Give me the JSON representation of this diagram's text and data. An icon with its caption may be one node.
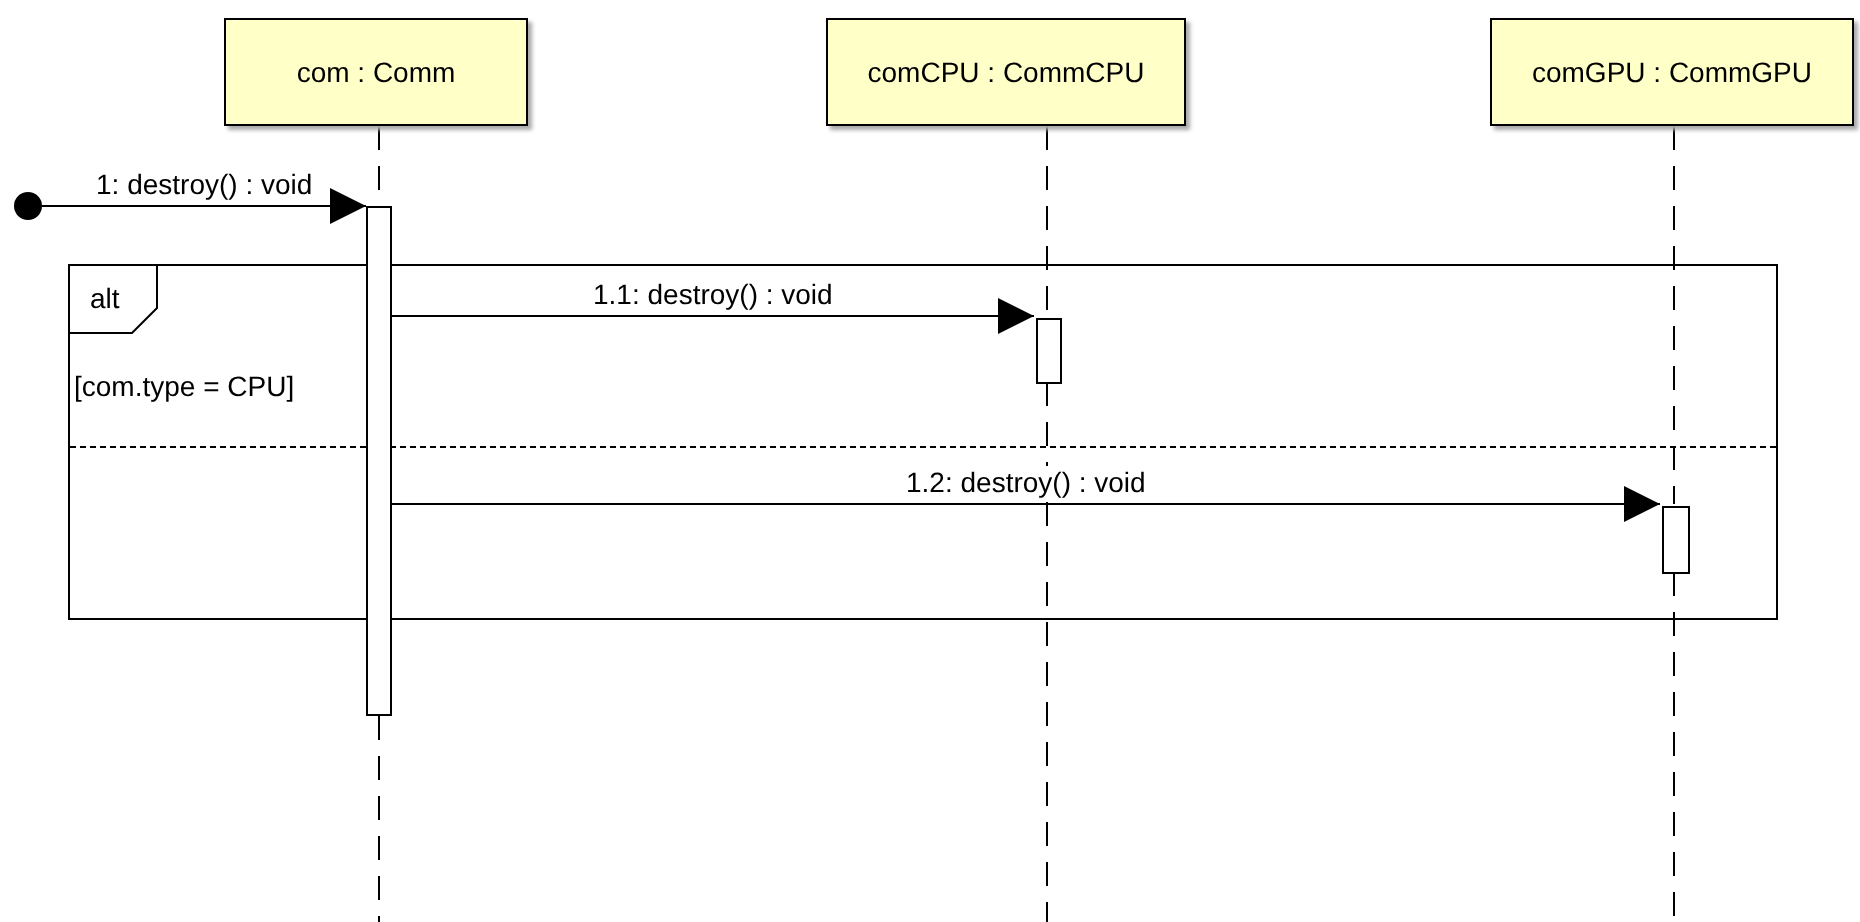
{
  "diagram": {
    "nodes": [
      {
        "text": [
          "com : Comm"
        ]
      },
      {
        "text": [
          "comCPU : CommCPU"
        ]
      },
      {
        "text": [
          "comGPU : CommGPU"
        ]
      },
      {
        "text": [],
        "shape": "bar"
      },
      {
        "text": [],
        "shape": "bar",
        "in": 7
      },
      {
        "text": [],
        "shape": "bar",
        "in": 7
      },
      {
        "text": [],
        "shape": "circle"
      },
      {
        "text": [
          "alt",
          "[com.type = CPU]"
        ]
      }
    ],
    "edges": [
      {
        "from": 6,
        "to": 3,
        "arrow": "to",
        "label": "1: destroy() : void"
      },
      {
        "from": 3,
        "to": 4,
        "arrow": "to",
        "label": "1.1: destroy() : void"
      },
      {
        "from": 3,
        "to": 5,
        "arrow": "to",
        "label": "1.2: destroy() : void"
      },
      {
        "from": 0,
        "to": 3,
        "arrow": "none",
        "style": "dashed"
      },
      {
        "from": 1,
        "to": 4,
        "arrow": "none",
        "style": "dashed"
      },
      {
        "from": 2,
        "to": 5,
        "arrow": "none",
        "style": "dashed"
      }
    ]
  }
}
